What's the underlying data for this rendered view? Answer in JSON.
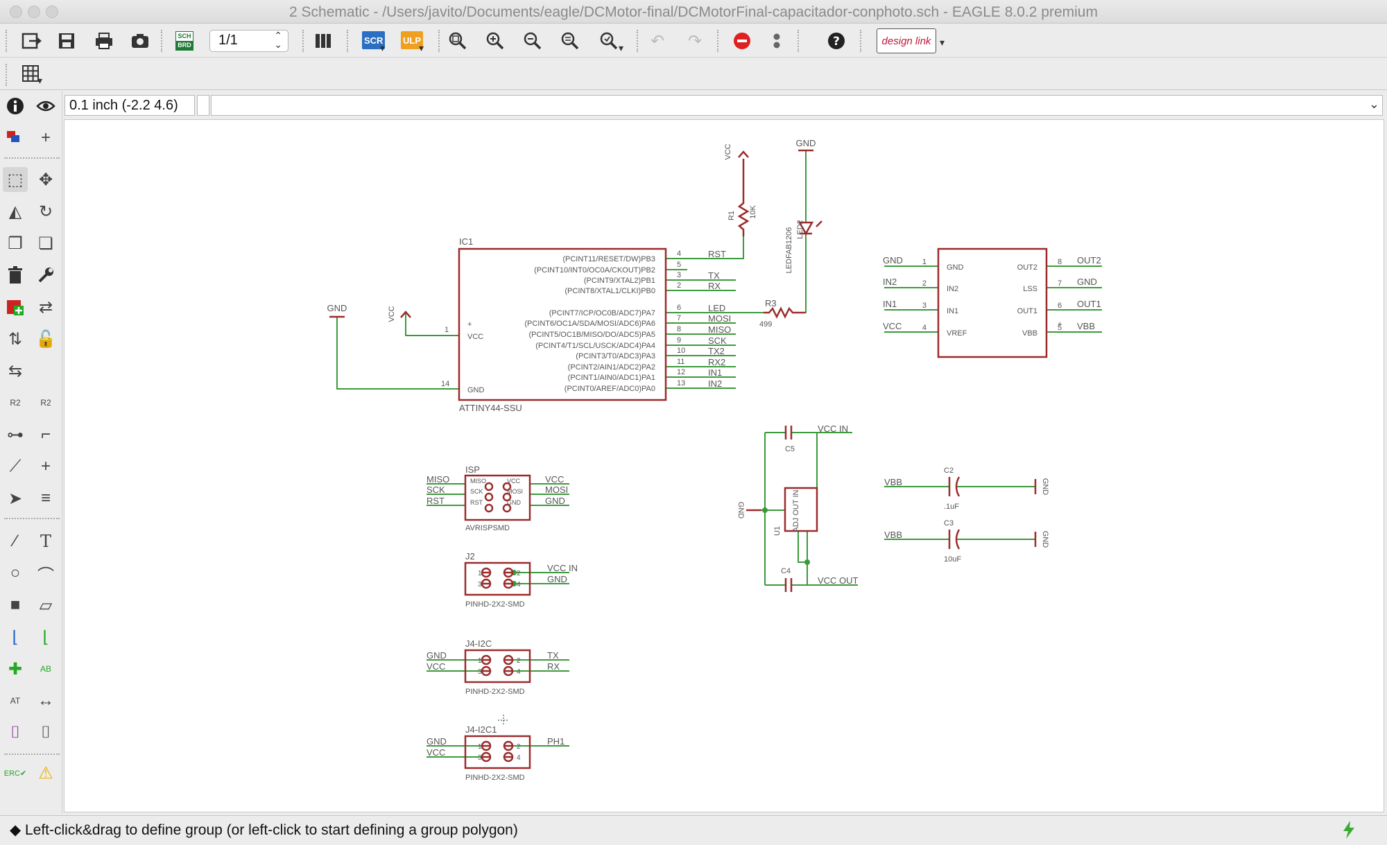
{
  "window": {
    "title": "2 Schematic - /Users/javito/Documents/eagle/DCMotor-final/DCMotorFinal-capacitador-conphoto.sch - EAGLE 8.0.2 premium"
  },
  "toolbar": {
    "sheet_value": "1/1",
    "brd_label": "BRD",
    "sch_label": "SCH",
    "scr_label": "SCR",
    "ulp_label": "ULP",
    "designlink_label": "design link"
  },
  "coordinates": {
    "display": "0.1 inch (-2.2 4.6)"
  },
  "status": {
    "message": "◆ Left-click&drag to define group (or left-click to start defining a group polygon)"
  },
  "colors": {
    "net": "#3a9a3a",
    "part": "#9b2b2b",
    "label": "#555555"
  },
  "schematic": {
    "ic1": {
      "name": "IC1",
      "value": "ATTINY44-SSU",
      "vcc_pin": "VCC",
      "gnd_pin": "GND",
      "pin1": "1",
      "pin14": "14",
      "plus": "+",
      "right_pins": [
        {
          "num": "4",
          "func": "(PCINT11/RESET/DW)PB3",
          "net": "RST"
        },
        {
          "num": "5",
          "func": "(PCINT10/INT0/OC0A/CKOUT)PB2",
          "net": ""
        },
        {
          "num": "3",
          "func": "(PCINT9/XTAL2)PB1",
          "net": "TX"
        },
        {
          "num": "2",
          "func": "(PCINT8/XTAL1/CLKI)PB0",
          "net": "RX"
        },
        {
          "num": "6",
          "func": "(PCINT7/ICP/OC0B/ADC7)PA7",
          "net": "LED"
        },
        {
          "num": "7",
          "func": "(PCINT6/OC1A/SDA/MOSI/ADC6)PA6",
          "net": "MOSI"
        },
        {
          "num": "8",
          "func": "(PCINT5/OC1B/MISO/DO/ADC5)PA5",
          "net": "MISO"
        },
        {
          "num": "9",
          "func": "(PCINT4/T1/SCL/USCK/ADC4)PA4",
          "net": "SCK"
        },
        {
          "num": "10",
          "func": "(PCINT3/T0/ADC3)PA3",
          "net": "TX2"
        },
        {
          "num": "11",
          "func": "(PCINT2/AIN1/ADC2)PA2",
          "net": "RX2"
        },
        {
          "num": "12",
          "func": "(PCINT1/AIN0/ADC1)PA1",
          "net": "IN1"
        },
        {
          "num": "13",
          "func": "(PCINT0/AREF/ADC0)PA0",
          "net": "IN2"
        }
      ]
    },
    "gnd_label": "GND",
    "vcc_label": "VCC",
    "r1": {
      "name": "R1",
      "value": "10K"
    },
    "r3": {
      "name": "R3",
      "value": "499"
    },
    "led": {
      "name": "LED2",
      "value": "LEDFAB1206"
    },
    "driver": {
      "left_pins": [
        {
          "num": "1",
          "func": "GND",
          "net": "GND"
        },
        {
          "num": "2",
          "func": "IN2",
          "net": "IN2"
        },
        {
          "num": "3",
          "func": "IN1",
          "net": "IN1"
        },
        {
          "num": "4",
          "func": "VREF",
          "net": "VCC"
        }
      ],
      "right_pins": [
        {
          "num": "8",
          "func": "OUT2",
          "net": "OUT2"
        },
        {
          "num": "7",
          "func": "LSS",
          "net": "GND"
        },
        {
          "num": "6",
          "func": "OUT1",
          "net": "OUT1"
        },
        {
          "num": "5",
          "func": "VBB",
          "net": "VBB"
        }
      ],
      "plus": "+"
    },
    "isp": {
      "name": "ISP",
      "value": "AVRISPSMD",
      "left_nets": [
        "MISO",
        "SCK",
        "RST"
      ],
      "right_nets": [
        "VCC",
        "MOSI",
        "GND"
      ],
      "pad_left": [
        "MISO",
        "SCK",
        "RST"
      ],
      "pad_right": [
        "VCC",
        "MOSI",
        "GND"
      ]
    },
    "j2": {
      "name": "J2",
      "value": "PINHD-2X2-SMD",
      "nets": [
        "VCC IN",
        "GND"
      ],
      "pins": [
        "1",
        "2",
        "3",
        "4"
      ]
    },
    "j4": {
      "name": "J4-I2C",
      "value": "PINHD-2X2-SMD",
      "left_nets": [
        "GND",
        "VCC"
      ],
      "right_nets": [
        "TX",
        "RX"
      ],
      "pins": [
        "1",
        "2",
        "3",
        "4"
      ]
    },
    "j41": {
      "name": "J4-I2C1",
      "value": "PINHD-2X2-SMD",
      "left_nets": [
        "GND",
        "VCC"
      ],
      "right_nets": [
        "PH1"
      ],
      "pins": [
        "1",
        "2",
        "3",
        "4"
      ]
    },
    "reg": {
      "name": "U1",
      "pins": "ADJ OUT IN",
      "gnd": "GND"
    },
    "c5": {
      "name": "C5",
      "net": "VCC IN"
    },
    "c4": {
      "name": "C4",
      "net": "VCC OUT"
    },
    "c2": {
      "name": "C2",
      "value": ".1uF",
      "net": "VBB",
      "gnd": "GND"
    },
    "c3": {
      "name": "C3",
      "value": "10uF",
      "net": "VBB",
      "gnd": "GND"
    }
  }
}
